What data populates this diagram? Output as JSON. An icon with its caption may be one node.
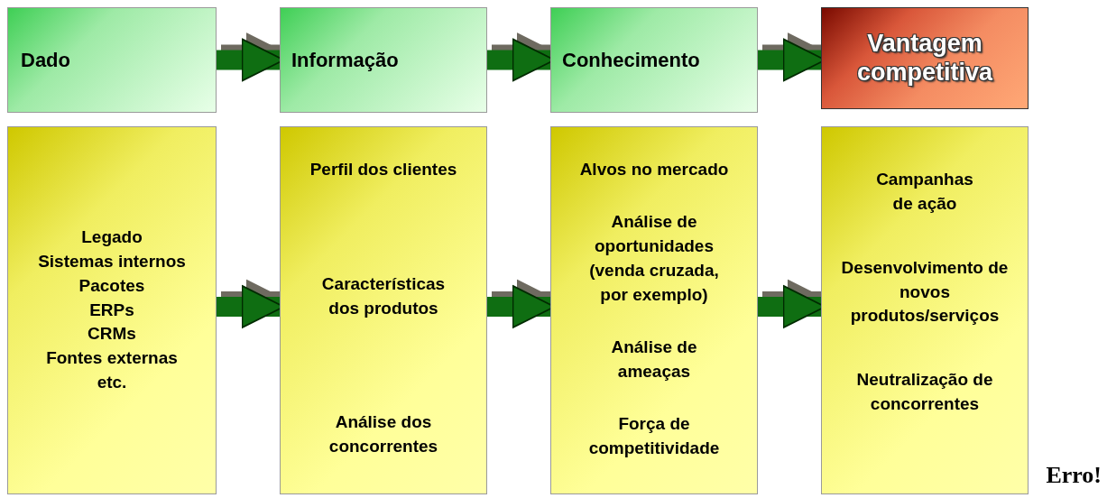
{
  "diagram": {
    "nodes": [
      {
        "text": [
          "Dado"
        ]
      },
      {
        "text": [
          "Informação"
        ]
      },
      {
        "text": [
          "Conhecimento"
        ]
      },
      {
        "text": [
          "Vantagem competitiva"
        ]
      },
      {
        "text": [
          "Legado",
          "Sistemas internos",
          "Pacotes",
          "ERPs",
          "CRMs",
          "Fontes externas",
          "etc."
        ]
      },
      {
        "text": [
          "Perfil dos clientes",
          "Características dos produtos",
          "Análise dos concorrentes"
        ]
      },
      {
        "text": [
          "Alvos no mercado",
          "Análise de oportunidades (venda cruzada, por exemplo)",
          "Análise de ameaças",
          "Força de competitividade"
        ]
      },
      {
        "text": [
          "Campanhas de ação",
          "Desenvolvimento de novos produtos/serviços",
          "Neutralização de concorrentes"
        ]
      }
    ],
    "edges": [
      {
        "from": 0,
        "to": 1,
        "arrow": "to"
      },
      {
        "from": 1,
        "to": 2,
        "arrow": "to"
      },
      {
        "from": 2,
        "to": 3,
        "arrow": "to"
      },
      {
        "from": 4,
        "to": 5,
        "arrow": "to"
      },
      {
        "from": 5,
        "to": 6,
        "arrow": "to"
      },
      {
        "from": 6,
        "to": 7,
        "arrow": "to"
      }
    ],
    "labels": [
      "Erro!"
    ]
  }
}
